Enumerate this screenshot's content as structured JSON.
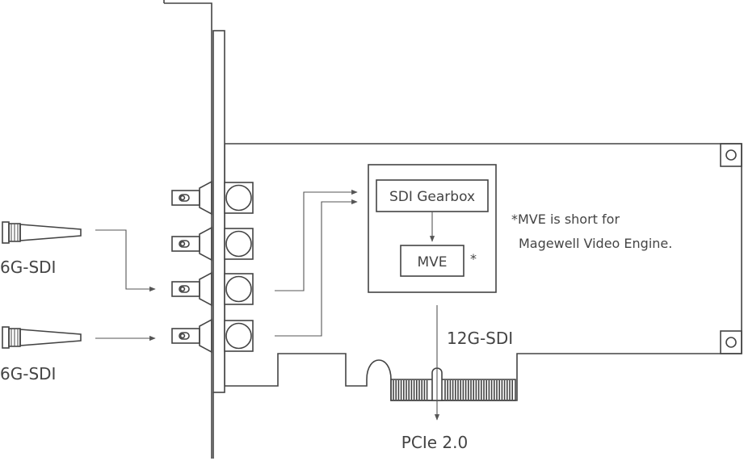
{
  "labels": {
    "cable_top": "6G-SDI",
    "cable_bottom": "6G-SDI",
    "gearbox": "SDI Gearbox",
    "mve": "MVE",
    "mve_marker": "*",
    "note_line1": "*MVE is short for",
    "note_line2": "Magewell Video Engine.",
    "internal_link": "12G-SDI",
    "bus": "PCIe 2.0"
  },
  "colors": {
    "line": "#444444",
    "text": "#444444",
    "background": "#ffffff"
  }
}
